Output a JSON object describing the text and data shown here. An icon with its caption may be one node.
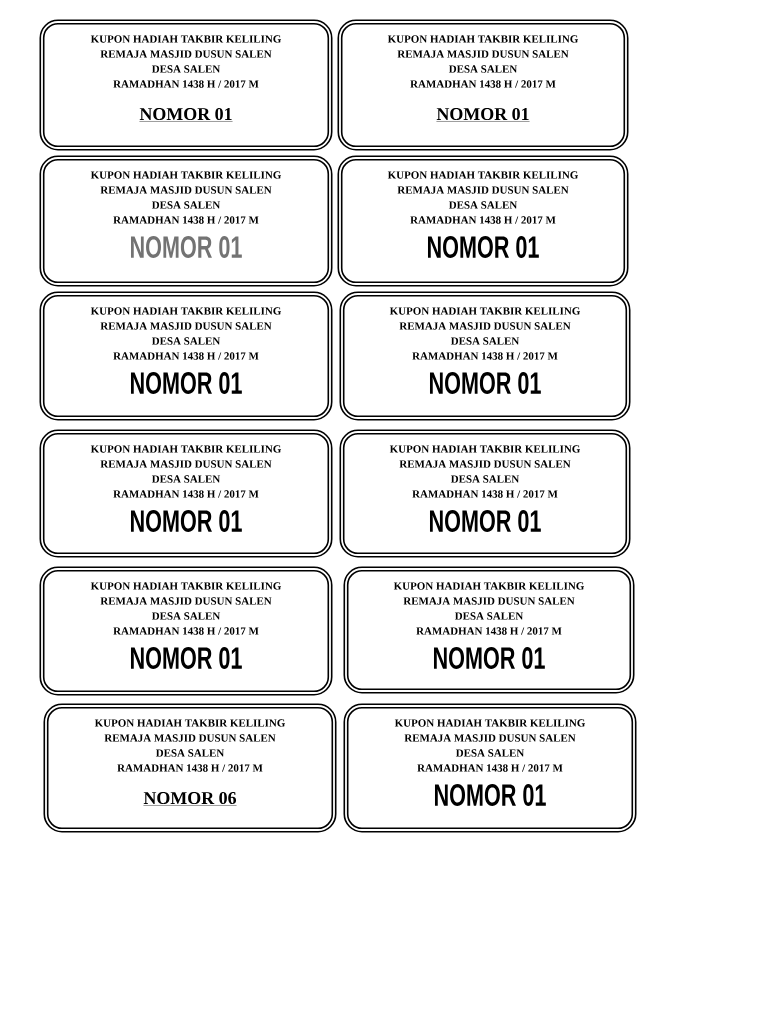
{
  "diagram": {
    "nodes": [
      {
        "text": [
          "KUPON HADIAH TAKBIR KELILING",
          "REMAJA MASJID DUSUN SALEN",
          "DESA SALEN",
          "RAMADHAN 1438 H / 2017 M",
          "NOMOR 01"
        ]
      },
      {
        "text": [
          "KUPON HADIAH TAKBIR KELILING",
          "REMAJA MASJID DUSUN SALEN",
          "DESA SALEN",
          "RAMADHAN 1438 H / 2017 M",
          "NOMOR 01"
        ]
      },
      {
        "text": [
          "KUPON HADIAH TAKBIR KELILING",
          "REMAJA MASJID DUSUN SALEN",
          "DESA SALEN",
          "RAMADHAN 1438 H / 2017 M",
          "NOMOR 01"
        ]
      },
      {
        "text": [
          "KUPON HADIAH TAKBIR KELILING",
          "REMAJA MASJID DUSUN SALEN",
          "DESA SALEN",
          "RAMADHAN 1438 H / 2017 M",
          "NOMOR 01"
        ]
      },
      {
        "text": [
          "KUPON HADIAH TAKBIR KELILING",
          "REMAJA MASJID DUSUN SALEN",
          "DESA SALEN",
          "RAMADHAN 1438 H / 2017 M",
          "NOMOR 01"
        ]
      },
      {
        "text": [
          "KUPON HADIAH TAKBIR KELILING",
          "REMAJA MASJID DUSUN SALEN",
          "DESA SALEN",
          "RAMADHAN 1438 H / 2017 M",
          "NOMOR 01"
        ]
      },
      {
        "text": [
          "KUPON HADIAH TAKBIR KELILING",
          "REMAJA MASJID DUSUN SALEN",
          "DESA SALEN",
          "RAMADHAN 1438 H / 2017 M",
          "NOMOR 01"
        ]
      },
      {
        "text": [
          "KUPON HADIAH TAKBIR KELILING",
          "REMAJA MASJID DUSUN SALEN",
          "DESA SALEN",
          "RAMADHAN 1438 H / 2017 M",
          "NOMOR 01"
        ]
      },
      {
        "text": [
          "KUPON HADIAH TAKBIR KELILING",
          "REMAJA MASJID DUSUN SALEN",
          "DESA SALEN",
          "RAMADHAN 1438 H / 2017 M",
          "NOMOR 01"
        ]
      },
      {
        "text": [
          "KUPON HADIAH TAKBIR KELILING",
          "REMAJA MASJID DUSUN SALEN",
          "DESA SALEN",
          "RAMADHAN 1438 H / 2017 M",
          "NOMOR 01"
        ]
      },
      {
        "text": [
          "KUPON HADIAH TAKBIR KELILING",
          "REMAJA MASJID DUSUN SALEN",
          "DESA SALEN",
          "RAMADHAN 1438 H / 2017 M",
          "NOMOR 06"
        ]
      },
      {
        "text": [
          "KUPON HADIAH TAKBIR KELILING",
          "REMAJA MASJID DUSUN SALEN",
          "DESA SALEN",
          "RAMADHAN 1438 H / 2017 M",
          "NOMOR 01"
        ]
      }
    ]
  }
}
